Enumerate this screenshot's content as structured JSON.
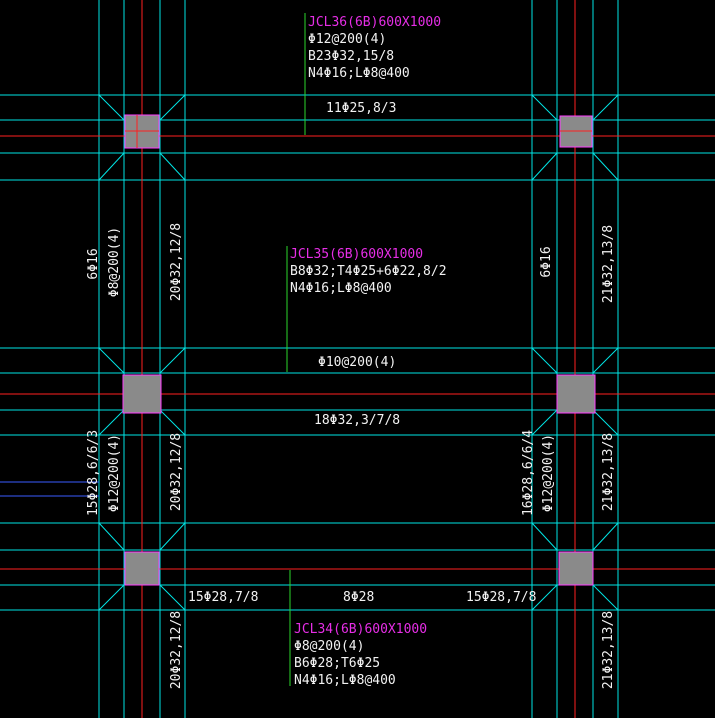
{
  "colors": {
    "background": "#000000",
    "beam_outline": "#00e5e5",
    "axis": "#ff2020",
    "leader": "#2bd62b",
    "column_fill": "#8a8a8a",
    "column_outline": "#ff3cff",
    "beam_name": "#e62ee6",
    "text": "#f2f2f2"
  },
  "beams": {
    "jcl36": {
      "name": "JCL36(6B)600X1000",
      "stirrup": "Φ12@200(4)",
      "bottom": "B23Φ32,15/8",
      "side": "N4Φ16;LΦ8@400",
      "top_span": "11Φ25,8/3"
    },
    "jcl35": {
      "name": "JCL35(6B)600X1000",
      "bottom": "B8Φ32;T4Φ25+6Φ22,8/2",
      "side": "N4Φ16;LΦ8@400",
      "stirrup": "Φ10@200(4)"
    },
    "jcl34": {
      "name": "JCL34(6B)600X1000",
      "stirrup": "Φ8@200(4)",
      "bottom": "B6Φ28;T6Φ25",
      "side": "N4Φ16;LΦ8@400"
    }
  },
  "span_labels": {
    "mid_top": "18Φ32,3/7/8",
    "bottom_left": "15Φ28,7/8",
    "bottom_mid": "8Φ28",
    "bottom_right": "15Φ28,7/8"
  },
  "vertical_labels": {
    "left_upper_a": "6Φ16",
    "left_upper_b": "Φ8@200(4)",
    "col2_upper": "20Φ32,12/8",
    "right_upper": "6Φ16",
    "col4_upper": "21Φ32,13/8",
    "left_mid_a": "15Φ28,6/6/3",
    "left_mid_b": "Φ12@200(4)",
    "col2_mid": "20Φ32,12/8",
    "right_mid_a": "16Φ28,6/6/4",
    "right_mid_b": "Φ12@200(4)",
    "col4_mid": "21Φ32,13/8",
    "col2_low": "20Φ32,12/8",
    "col4_low": "21Φ32,13/8"
  }
}
